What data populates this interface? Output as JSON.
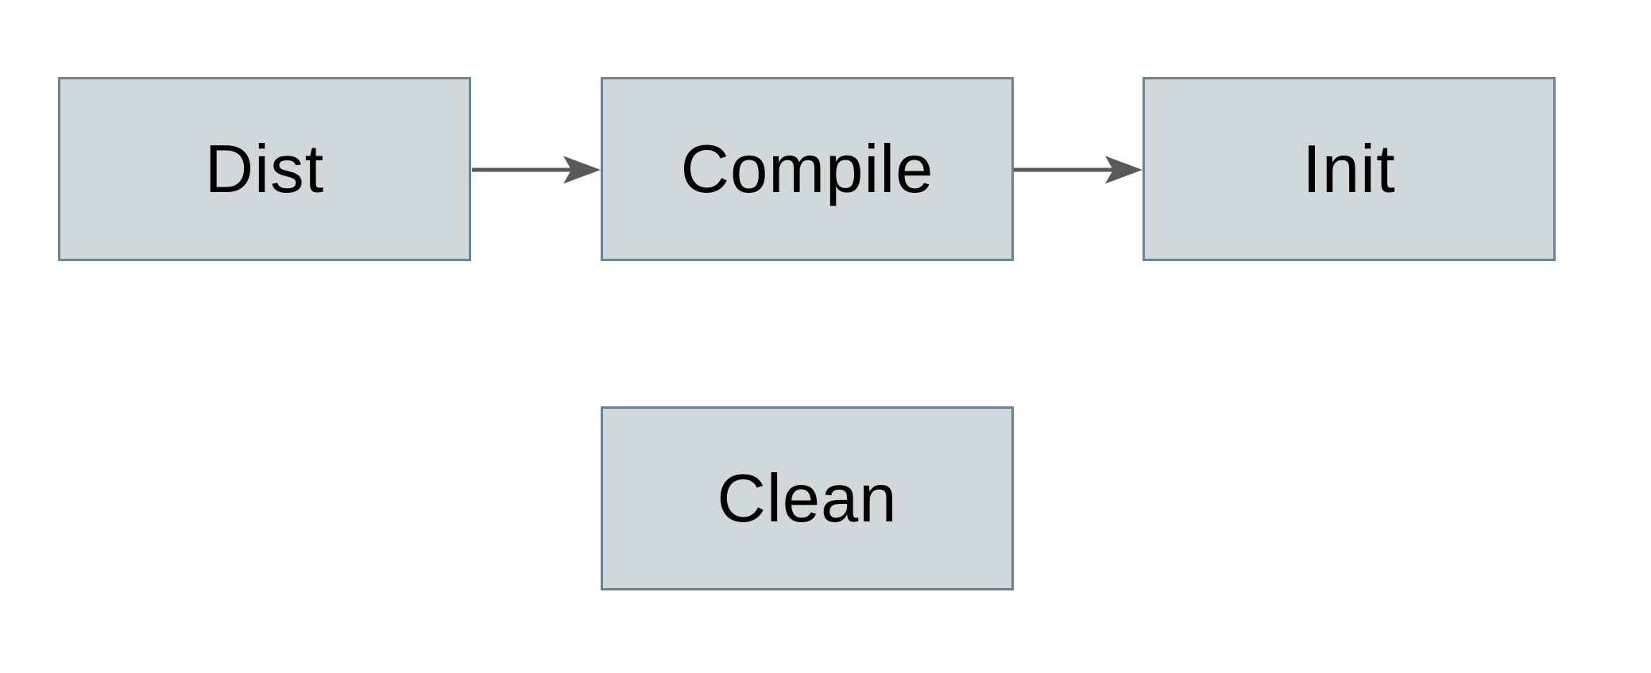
{
  "diagram": {
    "nodes": [
      {
        "id": "dist",
        "label": "Dist"
      },
      {
        "id": "compile",
        "label": "Compile"
      },
      {
        "id": "init",
        "label": "Init"
      },
      {
        "id": "clean",
        "label": "Clean"
      }
    ],
    "edges": [
      {
        "from": "dist",
        "to": "compile"
      },
      {
        "from": "compile",
        "to": "init"
      }
    ],
    "colors": {
      "background": "#ffffff",
      "node_fill": "#d1d8da",
      "node_border": "#6a8592",
      "arrow": "#595959",
      "label_text": "#000000"
    }
  }
}
